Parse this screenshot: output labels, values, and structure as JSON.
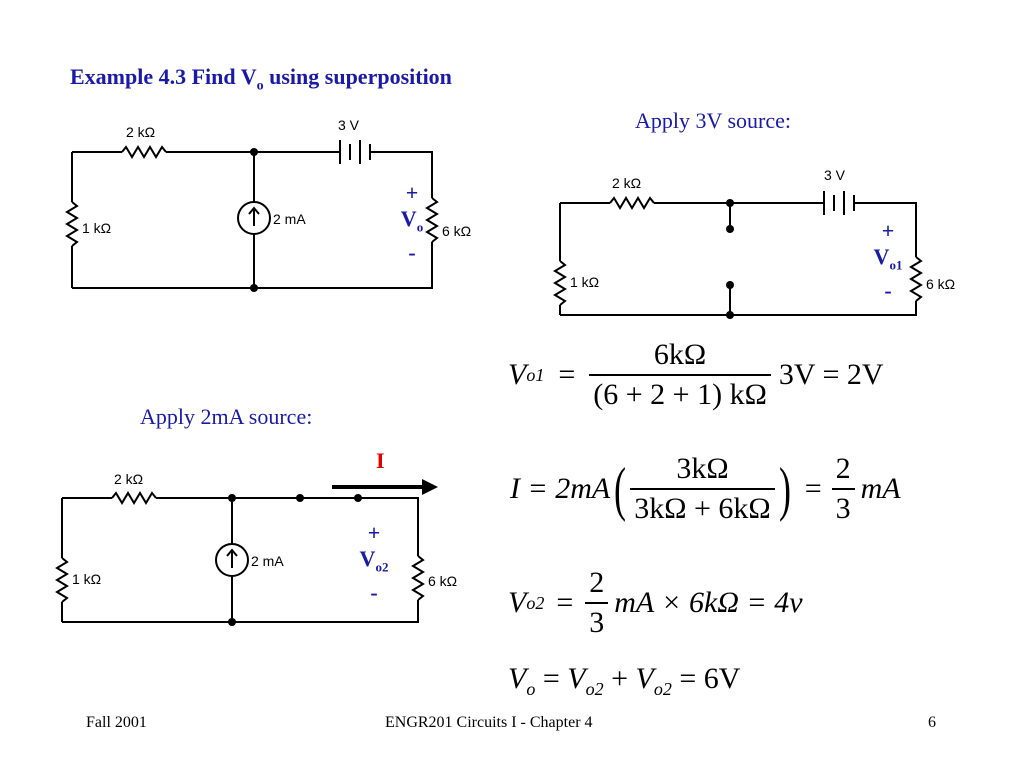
{
  "title": {
    "main": "Example 4.3 Find V",
    "sub": "o",
    "rest": " using superposition"
  },
  "apply_3v_label": "Apply 3V source:",
  "apply_2ma_label": "Apply 2mA source:",
  "circuit_main": {
    "r1": "1 kΩ",
    "r2": "2 kΩ",
    "r3": "6 kΩ",
    "source_v": "3 V",
    "source_i": "2 mA",
    "plus": "+",
    "minus": "-",
    "vlabel": "V",
    "vsub": "o"
  },
  "circuit_3v": {
    "r1": "1 kΩ",
    "r2": "2 kΩ",
    "r3": "6 kΩ",
    "source_v": "3 V",
    "plus": "+",
    "minus": "-",
    "vlabel": "V",
    "vsub": "o1"
  },
  "circuit_2ma": {
    "r1": "1 kΩ",
    "r2": "2 kΩ",
    "r3": "6 kΩ",
    "source_i": "2 mA",
    "plus": "+",
    "minus": "-",
    "vlabel": "V",
    "vsub": "o2",
    "current_label": "I"
  },
  "equations": {
    "eq1": {
      "lhs": "V",
      "lhs_sub": "o1",
      "num": "6kΩ",
      "den": "(6 + 2 + 1) kΩ",
      "rhs": "3V = 2V"
    },
    "eq2": {
      "lhs": "I = 2mA",
      "num": "3kΩ",
      "den": "3kΩ + 6kΩ",
      "eq": "=",
      "frac_num": "2",
      "frac_den": "3",
      "rhs": "mA"
    },
    "eq3": {
      "lhs": "V",
      "lhs_sub": "o2",
      "frac_num": "2",
      "frac_den": "3",
      "rhs": "mA × 6kΩ = 4v"
    },
    "eq4": {
      "v": "V",
      "sub": "o",
      "eq": " = ",
      "v2": "V",
      "sub2": "o2",
      "plus": " + ",
      "v3": "V",
      "sub3": "o2",
      "rhs": " = 6V"
    }
  },
  "footer": {
    "left": "Fall 2001",
    "center": "ENGR201 Circuits I - Chapter 4",
    "right": "6"
  }
}
